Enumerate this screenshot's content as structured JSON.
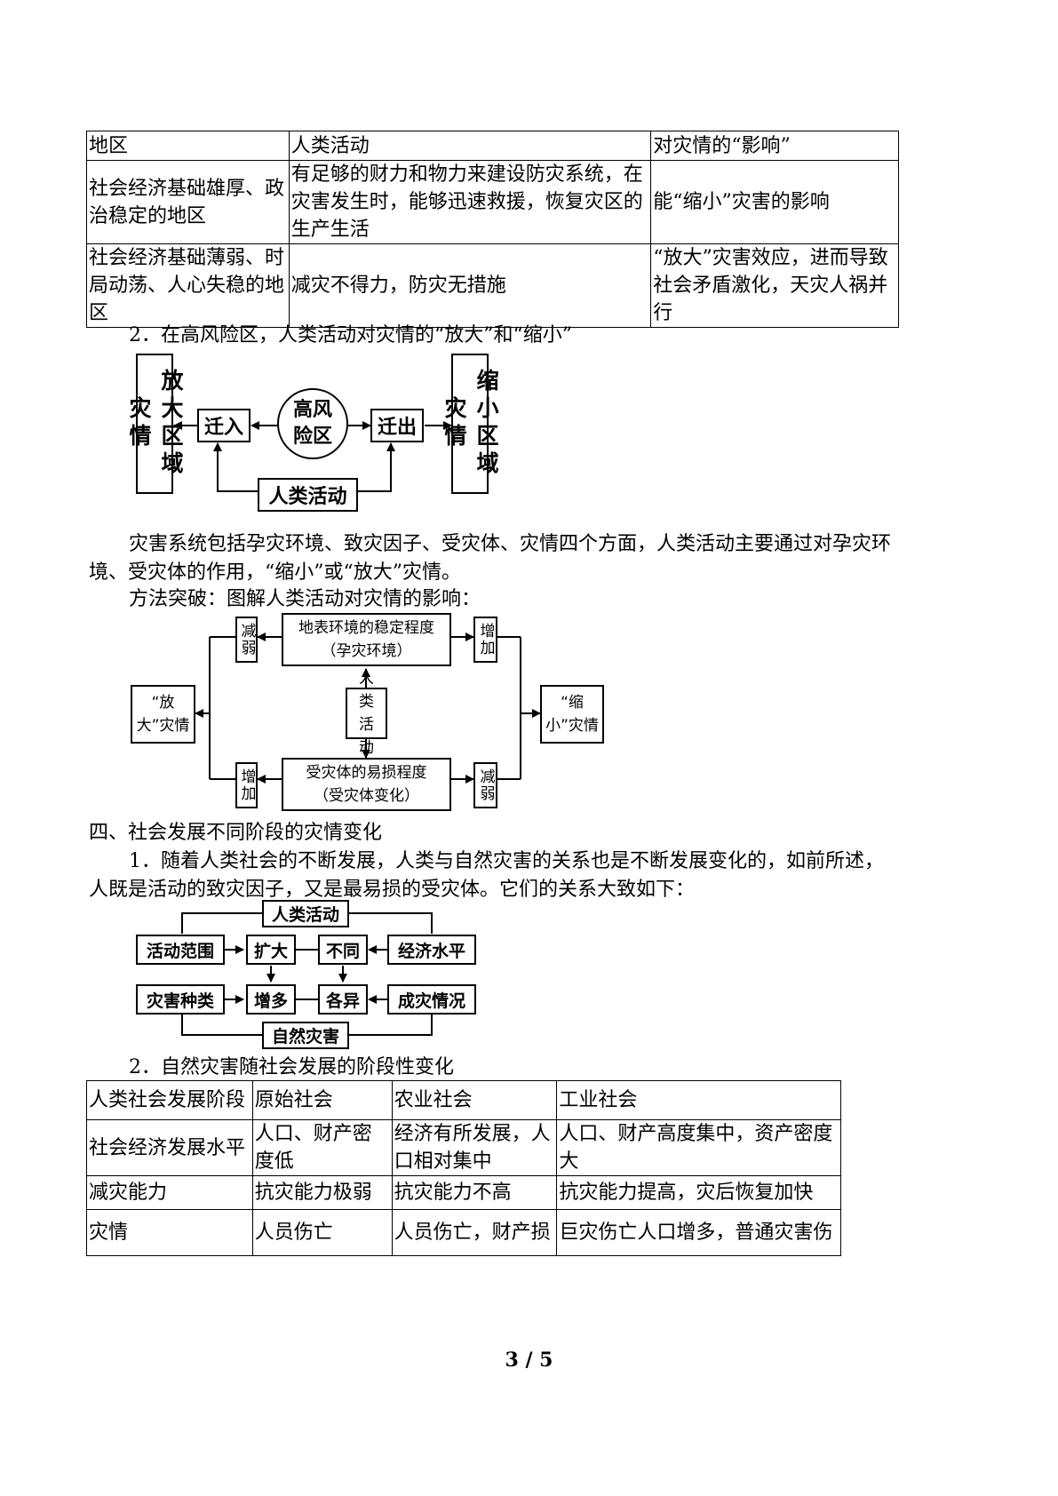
{
  "table1": {
    "header": [
      "地区",
      "人类活动",
      "对灾情的“影响”"
    ],
    "rows": [
      [
        "社会经济基础雄厚、政治稳定的地区",
        "有足够的财力和物力来建设防灾系统，在灾害发生时，能够迅速救援，恢复灾区的生产生活",
        "能“缩小”灾害的影响"
      ],
      [
        "社会经济基础薄弱、时局动荡、人心失稳的地区",
        "减灾不得力，防灾无措施",
        "“放大”灾害效应，进而导致社会矛盾激化，天灾人祸并行"
      ]
    ]
  },
  "heading2": "2．在高风险区，人类活动对灾情的“放大”和“缩小”",
  "diagram1": {
    "left": "放大区域灾情",
    "in": "迁入",
    "center": "高风险区",
    "out": "迁出",
    "right": "缩小区域灾情",
    "bottom": "人类活动"
  },
  "para1": "灾害系统包括孕灾环境、致灾因子、受灾体、灾情四个方面，人类活动主要通过对孕灾环境、受灾体的作用，“缩小”或“放大”灾情。",
  "para2": "方法突破：图解人类活动对灾情的影响：",
  "diagram2": {
    "top_box_line1": "地表环境的稳定程度",
    "top_box_line2": "（孕灾环境）",
    "bottom_box_line1": "受灾体的易损程度",
    "bottom_box_line2": "（受灾体变化）",
    "center": "人类活动",
    "left_top": "减弱",
    "left_bottom": "增加",
    "right_top": "增加",
    "right_bottom": "减弱",
    "left_result": "“放大”灾情",
    "right_result": "“缩小”灾情"
  },
  "section4": "四、社会发展不同阶段的灾情变化",
  "para3": "1．随着人类社会的不断发展，人类与自然灾害的关系也是不断发展变化的，如前所述，人既是活动的致灾因子，又是最易损的受灾体。它们的关系大致如下：",
  "diagram3": {
    "top": "人类活动",
    "bottom": "自然灾害",
    "r1": [
      "活动范围",
      "扩大",
      "不同",
      "经济水平"
    ],
    "r2": [
      "灾害种类",
      "增多",
      "各异",
      "成灾情况"
    ]
  },
  "heading3": "2．自然灾害随社会发展的阶段性变化",
  "table2": {
    "header": [
      "人类社会发展阶段",
      "原始社会",
      "农业社会",
      "工业社会"
    ],
    "rows": [
      [
        "社会经济发展水平",
        "人口、财产密度低",
        "经济有所发展，人口相对集中",
        "人口、财产高度集中，资产密度大"
      ],
      [
        "减灾能力",
        "抗灾能力极弱",
        "抗灾能力不高",
        "抗灾能力提高，灾后恢复加快"
      ],
      [
        "灾情",
        "人员伤亡",
        "人员伤亡，财产损",
        "巨灾伤亡人口增多，普通灾害伤"
      ]
    ]
  },
  "footer": "3 / 5"
}
